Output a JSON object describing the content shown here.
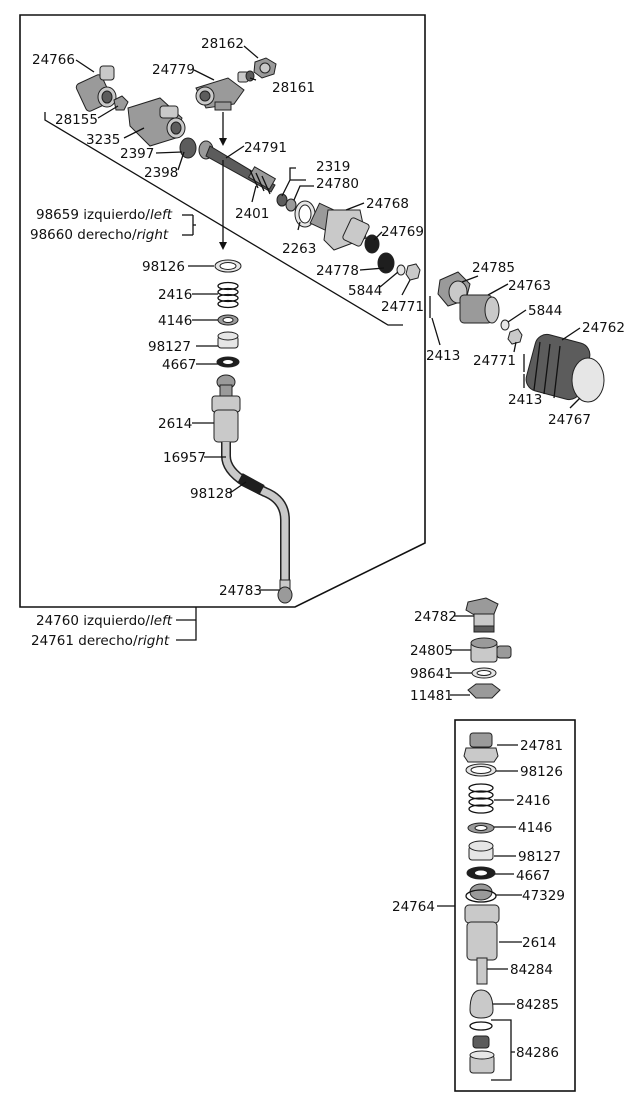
{
  "diagram": {
    "main_assembly": {
      "kit_labels": [
        {
          "part": "24760",
          "es": "izquierdo",
          "en": "left"
        },
        {
          "part": "24761",
          "es": "derecho",
          "en": "right"
        }
      ],
      "lever_labels": [
        {
          "part": "98659",
          "es": "izquierdo",
          "en": "left"
        },
        {
          "part": "98660",
          "es": "derecho",
          "en": "right"
        }
      ],
      "parts": {
        "p24766": "24766",
        "p24779": "24779",
        "p28162": "28162",
        "p28161": "28161",
        "p28155": "28155",
        "p3235": "3235",
        "p2397": "2397",
        "p2398": "2398",
        "p24791": "24791",
        "p2401": "2401",
        "p2319": "2319",
        "p24780": "24780",
        "p2263": "2263",
        "p24768": "24768",
        "p24769": "24769",
        "p24778": "24778",
        "p5844": "5844",
        "p24771": "24771",
        "p98126": "98126",
        "p2416": "2416",
        "p4146": "4146",
        "p98127": "98127",
        "p4667": "4667",
        "p2614": "2614",
        "p16957": "16957",
        "p98128": "98128",
        "p24783": "24783"
      }
    },
    "handle_assembly": {
      "parts": {
        "p2413a": "2413",
        "p24785": "24785",
        "p24763": "24763",
        "p5844": "5844",
        "p24771": "24771",
        "p2413b": "2413",
        "p24762": "24762",
        "p24767": "24767"
      }
    },
    "flange_assembly": {
      "parts": {
        "p24782": "24782",
        "p24805": "24805",
        "p98641": "98641",
        "p11481": "11481"
      }
    },
    "valve_kit": {
      "kit_label": "24764",
      "parts": {
        "p24781": "24781",
        "p98126": "98126",
        "p2416": "2416",
        "p4146": "4146",
        "p98127": "98127",
        "p4667": "4667",
        "p47329": "47329",
        "p2614": "2614",
        "p84284": "84284",
        "p84285": "84285",
        "p84286": "84286"
      }
    },
    "separator": "/"
  }
}
